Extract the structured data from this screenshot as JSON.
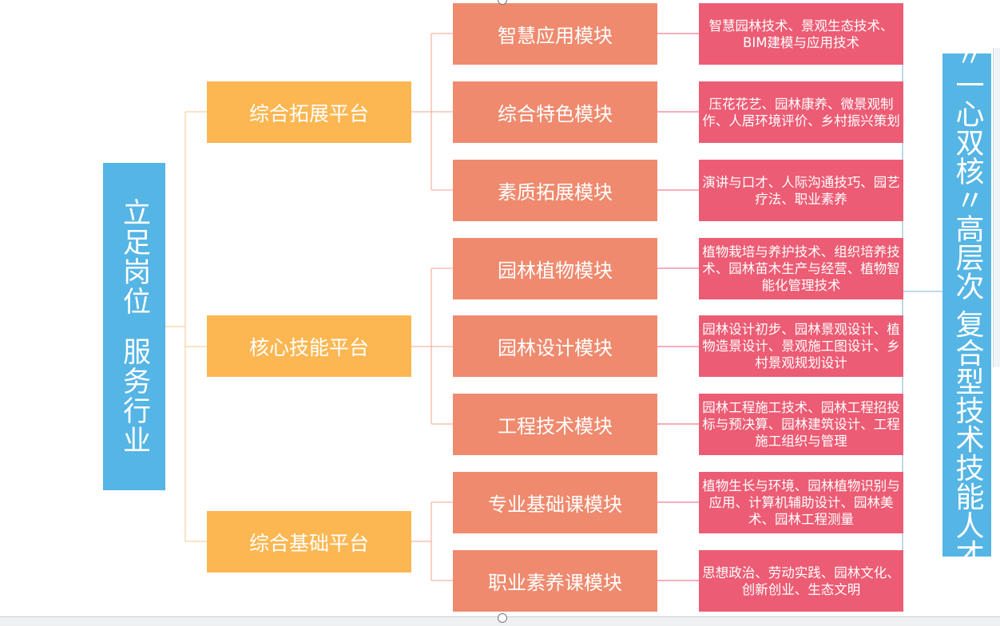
{
  "root": {
    "label": "立足岗位  服务行业"
  },
  "right": {
    "label": "〃一心双核〃高层次 复合型技术技能人才"
  },
  "colors": {
    "blue": "#55b5e5",
    "orange": "#fcb752",
    "salmon": "#ef8a6e",
    "pink": "#ec5c74"
  },
  "platforms": [
    {
      "label": "综合拓展平台"
    },
    {
      "label": "核心技能平台"
    },
    {
      "label": "综合基础平台"
    }
  ],
  "modules": [
    {
      "label": "智慧应用模块"
    },
    {
      "label": "综合特色模块"
    },
    {
      "label": "素质拓展模块"
    },
    {
      "label": "园林植物模块"
    },
    {
      "label": "园林设计模块"
    },
    {
      "label": "工程技术模块"
    },
    {
      "label": "专业基础课模块"
    },
    {
      "label": "职业素养课模块"
    }
  ],
  "details": [
    {
      "label": "智慧园林技术、景观生态技术、BIM建模与应用技术"
    },
    {
      "label": "压花花艺、园林康养、微景观制作、人居环境评价、乡村振兴策划"
    },
    {
      "label": "演讲与口才、人际沟通技巧、园艺疗法、职业素养"
    },
    {
      "label": "植物栽培与养护技术、组织培养技术、园林苗木生产与经营、植物智能化管理技术"
    },
    {
      "label": "园林设计初步、园林景观设计、植物造景设计、景观施工图设计、乡村景观规划设计"
    },
    {
      "label": "园林工程施工技术、园林工程招投标与预决算、园林建筑设计、工程施工组织与管理"
    },
    {
      "label": "植物生长与环境、园林植物识别与应用、计算机辅助设计、园林美术、园林工程测量"
    },
    {
      "label": "思想政治、劳动实践、园林文化、创新创业、生态文明"
    }
  ]
}
